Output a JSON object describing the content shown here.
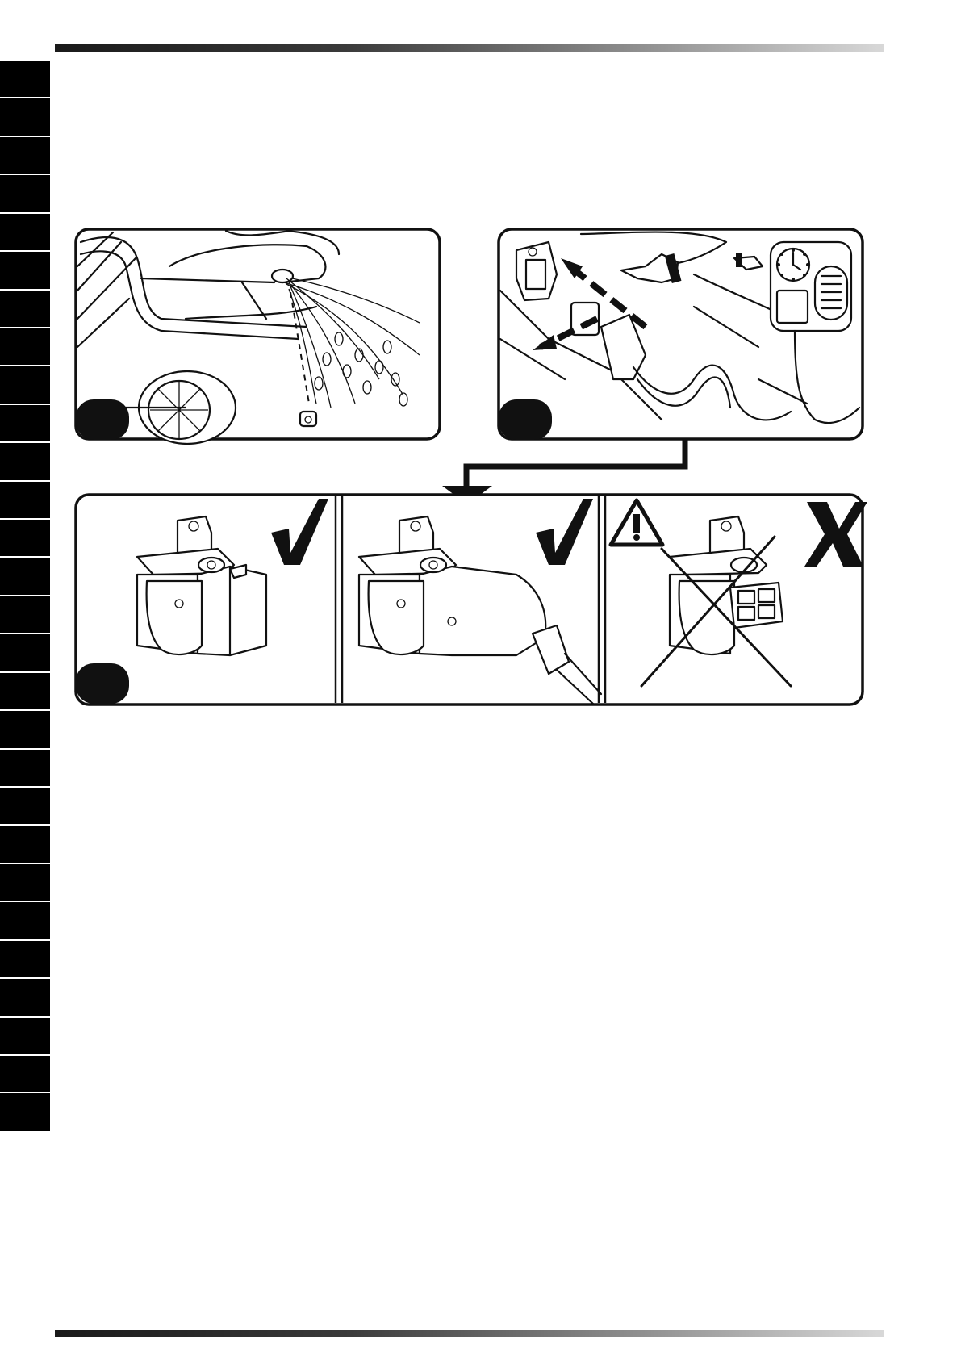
{
  "page": {
    "background": "#ffffff",
    "ink": "#111111"
  },
  "rules": {
    "top_gradient": [
      "#1a1a1a",
      "#d8d8d8"
    ]
  },
  "side_tabs": {
    "count": 28,
    "color": "#000000"
  },
  "figures": [
    {
      "id": "fig-a",
      "badge": "",
      "icon": "drain-plug-water-illustration"
    },
    {
      "id": "fig-b",
      "badge": "",
      "icon": "power-plug-timer-illustration"
    },
    {
      "id": "fig-c",
      "badge": "",
      "panels": [
        {
          "status": "correct",
          "icon": "check-icon"
        },
        {
          "status": "correct",
          "icon": "check-icon"
        },
        {
          "status": "wrong",
          "icon": "cross-icon",
          "warning_icon": "warning-triangle-icon"
        }
      ]
    }
  ]
}
